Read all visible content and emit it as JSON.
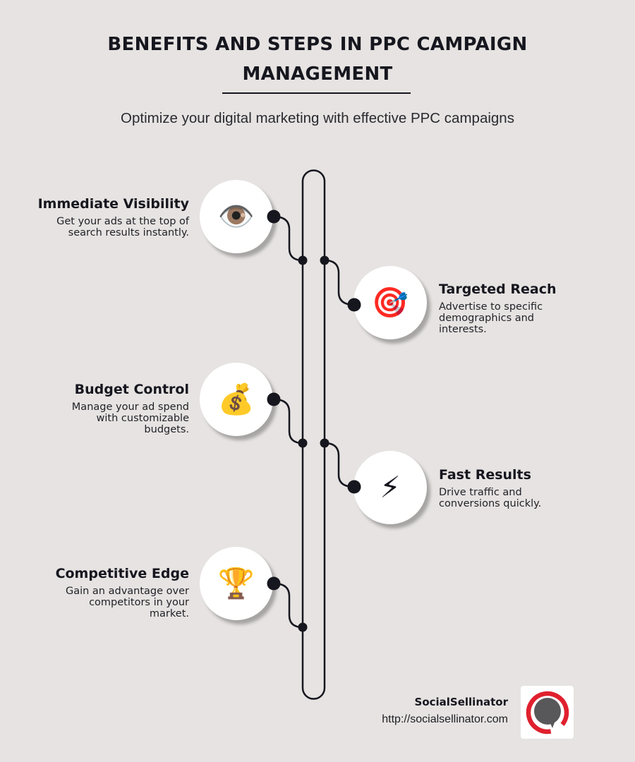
{
  "header": {
    "title_line1": "BENEFITS AND STEPS IN PPC CAMPAIGN",
    "title_line2": "MANAGEMENT",
    "subtitle": "Optimize your digital marketing with effective PPC campaigns"
  },
  "items": [
    {
      "side": "left",
      "icon": "eye-icon",
      "glyph": "👁️",
      "title": "Immediate Visibility",
      "description": "Get your ads at the top of search results instantly."
    },
    {
      "side": "right",
      "icon": "target-dart-icon",
      "glyph": "🎯",
      "title": "Targeted Reach",
      "description": "Advertise to specific demographics and interests."
    },
    {
      "side": "left",
      "icon": "money-bag-icon",
      "glyph": "💰",
      "title": "Budget Control",
      "description": "Manage your ad spend with customizable budgets."
    },
    {
      "side": "right",
      "icon": "lightning-icon",
      "glyph": "⚡",
      "title": "Fast Results",
      "description": "Drive traffic and conversions quickly."
    },
    {
      "side": "left",
      "icon": "trophy-icon",
      "glyph": "🏆",
      "title": "Competitive Edge",
      "description": "Gain an advantage over competitors in your market."
    }
  ],
  "footer": {
    "brand_name": "SocialSellinator",
    "url": "http://socialsellinator.com",
    "logo_icon": "speech-bubble-logo-icon"
  },
  "colors": {
    "background": "#e6e3e2",
    "ink": "#16161e",
    "logo_ring": "#e0202e",
    "logo_bubble": "#58585a"
  }
}
